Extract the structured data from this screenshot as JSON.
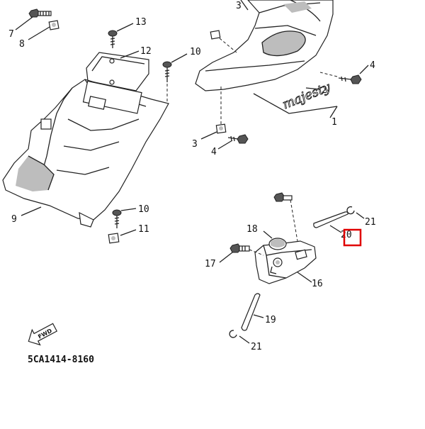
{
  "figure_code": "5CA1414-8160",
  "fwd_label": "FWD",
  "emblem_text": "majesty",
  "highlight_color": "#e00000",
  "callouts": {
    "c1": "1",
    "c2": "2",
    "c3a": "3",
    "c3b": "3",
    "c4a": "4",
    "c4b": "4",
    "c7": "7",
    "c8": "8",
    "c9": "9",
    "c10a": "10",
    "c10b": "10",
    "c11": "11",
    "c12": "12",
    "c13": "13",
    "c16": "16",
    "c17": "17",
    "c18": "18",
    "c19": "19",
    "c20": "20",
    "c21a": "21",
    "c21b": "21"
  }
}
